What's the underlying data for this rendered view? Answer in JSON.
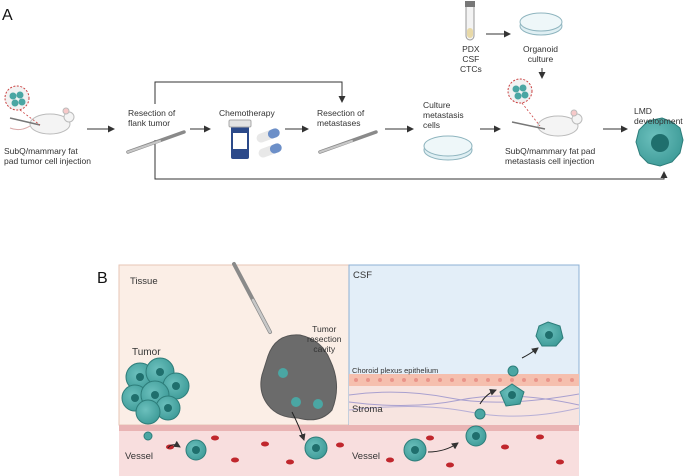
{
  "panel_a": {
    "letter": "A",
    "step1": "SubQ/mammary fat\npad tumor cell injection",
    "step2": "Resection of\nflank tumor",
    "step3": "Chemotherapy",
    "step4": "Resection of\nmetastases",
    "step5": "Culture\nmetastasis\ncells",
    "step6": "SubQ/mammary fat pad\nmetastasis cell injection",
    "step7": "LMD\ndevelopment",
    "sources": "PDX\nCSF\nCTCs",
    "organoid": "Organoid\nculture"
  },
  "panel_b": {
    "letter": "B",
    "tissue": "Tissue",
    "csf": "CSF",
    "tumor": "Tumor",
    "cavity": "Tumor\nresection\ncavity",
    "choroid": "Choroid plexus epithelium",
    "stroma": "Stroma",
    "vessel_left": "Vessel",
    "vessel_right": "Vessel"
  },
  "colors": {
    "cell_teal": "#4aa6a3",
    "cell_dark": "#1f6f6d",
    "tissue_bg": "#fbeee6",
    "csf_bg": "#e3eef8",
    "vessel": "#f6dcdc",
    "rbc": "#c0272d"
  }
}
